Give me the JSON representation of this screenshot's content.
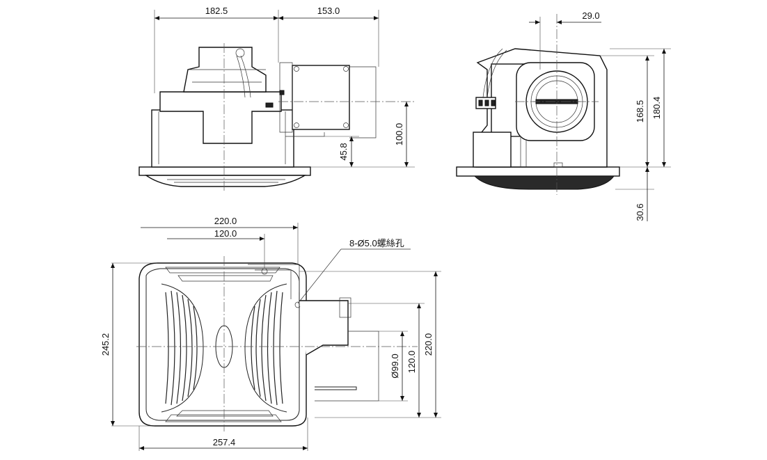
{
  "dimensions": {
    "side_width_left": "182.5",
    "side_width_right": "153.0",
    "duct_offset": "29.0",
    "duct_center_height": "100.0",
    "mount_height": "45.8",
    "body_height": "168.5",
    "total_height": "180.4",
    "panel_depth": "30.6",
    "top_outer": "220.0",
    "top_inner": "120.0",
    "screw_holes": "8-Ø5.0螺絲孔",
    "panel_depth_dim": "245.2",
    "panel_width": "257.4",
    "duct_diameter": "Ø99.0",
    "duct_box_inner": "120.0",
    "duct_box_outer": "220.0"
  }
}
